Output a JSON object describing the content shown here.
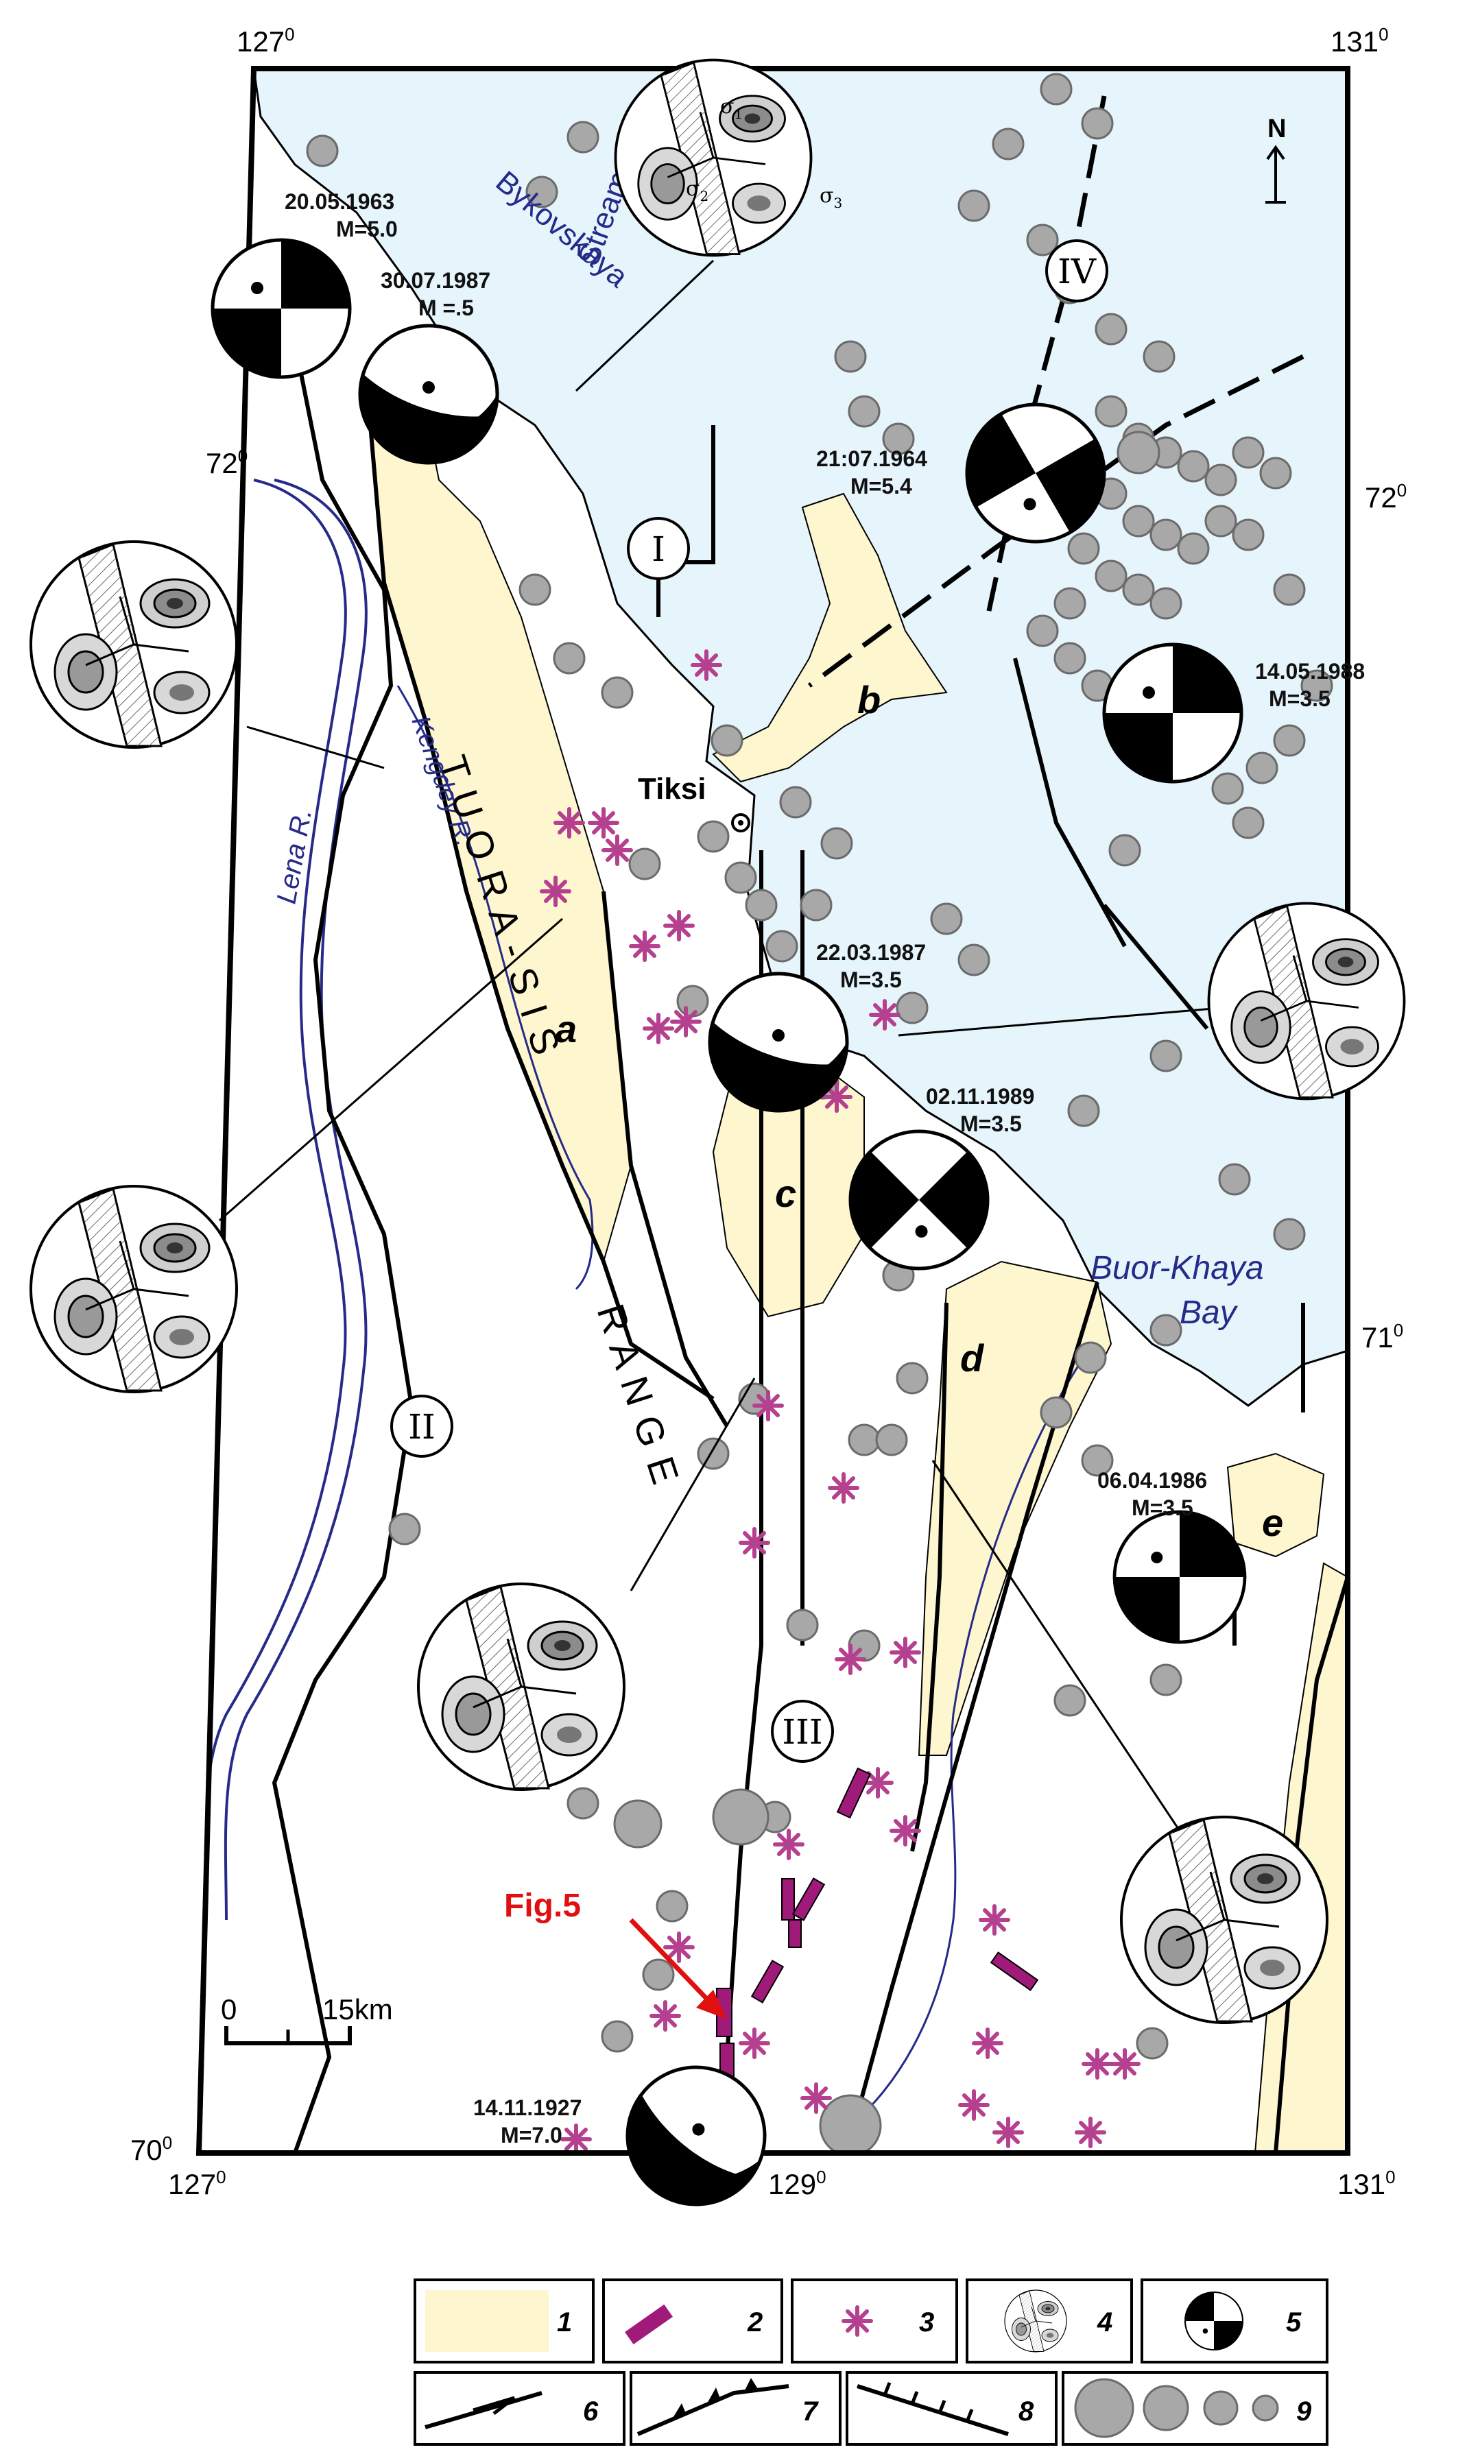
{
  "coords": {
    "top_left": "127",
    "top_right": "131",
    "bottom_left": "127",
    "bottom_mid": "129",
    "bottom_right": "131",
    "left_top": "72",
    "left_bottom": "70",
    "right_top": "72",
    "right_bottom": "71",
    "degree": "0"
  },
  "north_label": "N",
  "places": {
    "tiksi": "Tiksi",
    "stream1": "Bykovskaya",
    "stream2": "Stream",
    "lena": "Lena R.",
    "kengdey": "Kengdey R.",
    "bay1": "Buor-Khaya",
    "bay2": "Bay",
    "range1": "T U O R A - S I S",
    "range2": "R A N G E"
  },
  "basins": [
    "a",
    "b",
    "c",
    "d",
    "e"
  ],
  "zones": [
    "I",
    "II",
    "III",
    "IV"
  ],
  "stress_labels": {
    "s1": "σ",
    "s2": "σ",
    "s3": "σ",
    "sub1": "1",
    "sub2": "2",
    "sub3": "3"
  },
  "events": [
    {
      "date": "20.05.1963",
      "mag": "M=5.0"
    },
    {
      "date": "30.07.1987",
      "mag": "M =.5"
    },
    {
      "date": "21:07.1964",
      "mag": "M=5.4"
    },
    {
      "date": "14.05.1988",
      "mag": "M=3.5"
    },
    {
      "date": "22.03.1987",
      "mag": "M=3.5"
    },
    {
      "date": "02.11.1989",
      "mag": "M=3.5"
    },
    {
      "date": "06.04.1986",
      "mag": "M=3.5"
    },
    {
      "date": "14.11.1927",
      "mag": "M=7.0"
    }
  ],
  "fig_callout": "Fig.5",
  "scale": {
    "start": "0",
    "end": "15km"
  },
  "legend": [
    "1",
    "2",
    "3",
    "4",
    "5",
    "6",
    "7",
    "8",
    "9"
  ],
  "colors": {
    "sea": "#e6f4fb",
    "basin": "#fdf6cf",
    "quake": "#a8a8a8",
    "asterisk": "#b5408f",
    "dyke": "#a01a7a",
    "river": "#262a88",
    "callout": "#e01010"
  }
}
